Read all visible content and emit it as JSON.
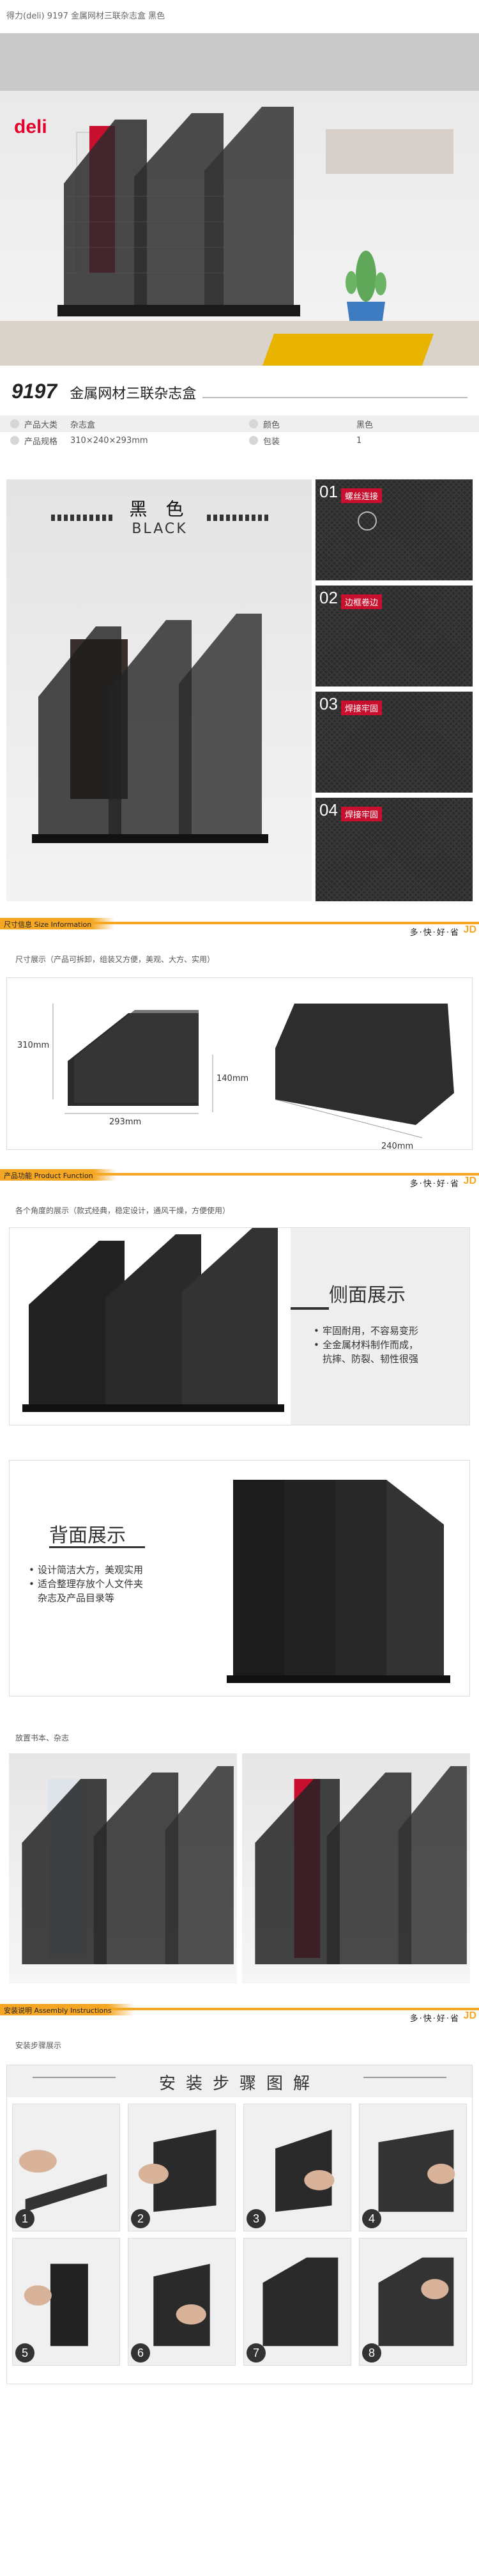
{
  "breadcrumb": "得力(deli) 9197 金属网材三联杂志盒 黑色",
  "brand": {
    "logo": "deli",
    "accent": "#e5002d"
  },
  "product": {
    "model": "9197",
    "name": "金属网材三联杂志盒"
  },
  "specs": [
    {
      "label1": "产品大类",
      "value1": "杂志盒",
      "label2": "颜色",
      "value2": "黑色"
    },
    {
      "label1": "产品规格",
      "value1": "310×240×293mm",
      "label2": "包装",
      "value2": "1"
    }
  ],
  "craft": {
    "color_cn": "黑 色",
    "color_en": "BLACK",
    "details": [
      {
        "num": "01",
        "label": "螺丝连接"
      },
      {
        "num": "02",
        "label": "边框卷边"
      },
      {
        "num": "03",
        "label": "焊接牢固"
      },
      {
        "num": "04",
        "label": "焊接牢固"
      }
    ]
  },
  "sections": {
    "size": {
      "label": "尺寸信息 Size Information",
      "slogan": "多·快·好·省",
      "jd": "JD"
    },
    "function": {
      "label": "产品功能 Product Function",
      "slogan": "多·快·好·省",
      "jd": "JD"
    },
    "install": {
      "label": "安装说明 Assembly Instructions",
      "slogan": "多·快·好·省",
      "jd": "JD"
    }
  },
  "size": {
    "note": "尺寸展示（产品可拆卸，组装又方便，美观、大方、实用）",
    "height": "310mm",
    "depth": "293mm",
    "side": "140mm",
    "width": "240mm"
  },
  "function": {
    "note": "各个角度的展示（款式经典，稳定设计，通风干燥，方便使用）",
    "side": {
      "title": "侧面展示",
      "points": [
        "牢固耐用，不容易变形",
        "全金属材料制作而成，",
        "抗摔、防裂、韧性很强"
      ]
    },
    "back": {
      "title": "背面展示",
      "points": [
        "设计简洁大方，美观实用",
        "适合整理存放个人文件夹",
        "杂志及产品目录等"
      ]
    },
    "usage_note": "放置书本、杂志"
  },
  "install": {
    "note": "安装步骤展示",
    "title": "安装步骤图解",
    "steps": [
      "1",
      "2",
      "3",
      "4",
      "5",
      "6",
      "7",
      "8"
    ]
  }
}
